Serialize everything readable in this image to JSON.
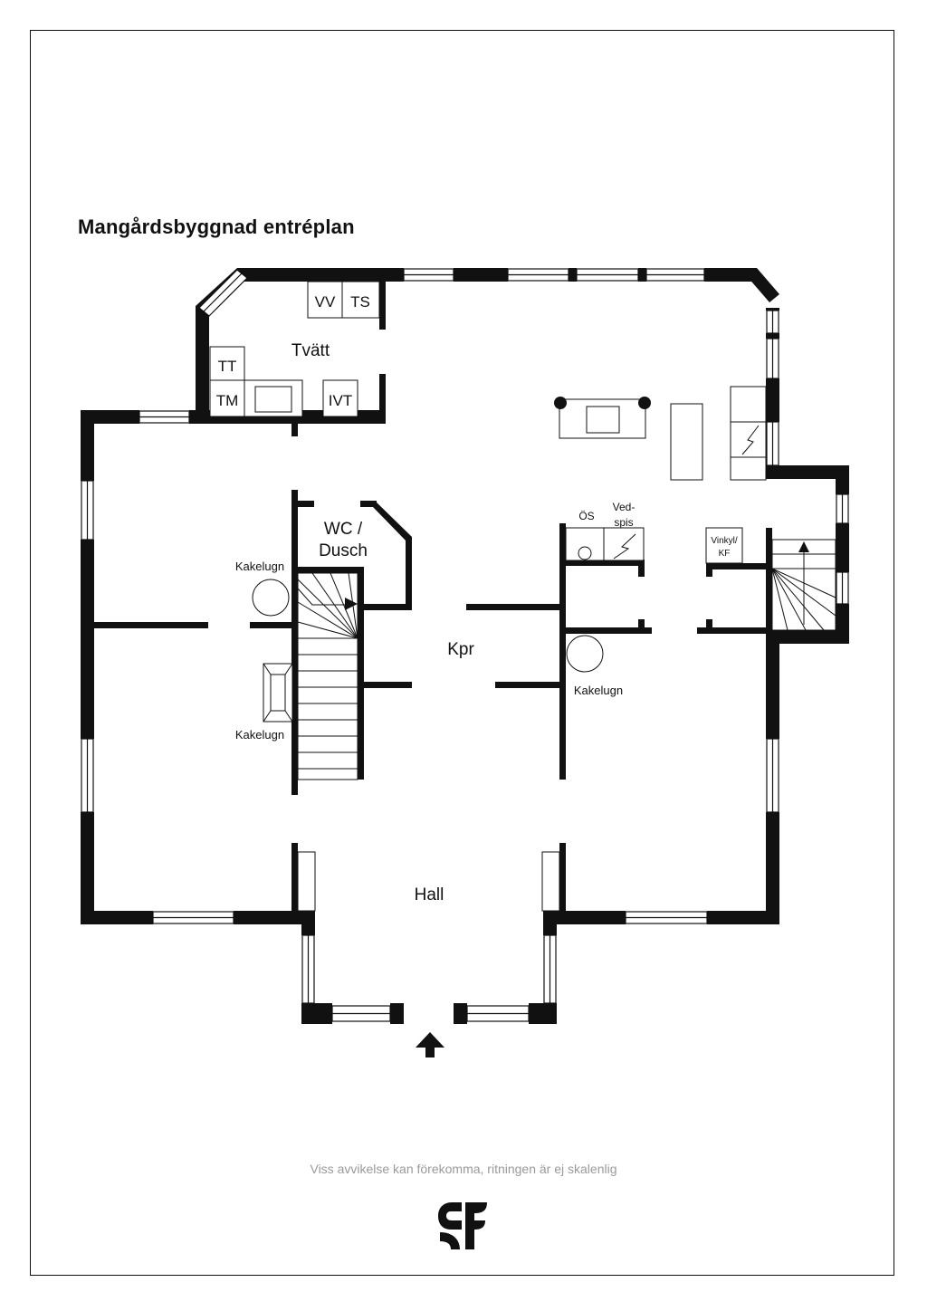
{
  "title": "Mangårdsbyggnad entréplan",
  "rooms": {
    "tvatt": "Tvätt",
    "wc": "WC /",
    "dusch": "Dusch",
    "kpr": "Kpr",
    "hall": "Hall"
  },
  "fixtures": {
    "vv": "VV",
    "ts": "TS",
    "tt": "TT",
    "tm": "TM",
    "ivt": "IVT",
    "os": "ÖS",
    "ved": "Ved-",
    "spis": "spis",
    "vinkyl": "Vinkyl/",
    "kf": "KF",
    "kakelugn_1": "Kakelugn",
    "kakelugn_2": "Kakelugn",
    "kakelugn_3": "Kakelugn"
  },
  "disclaimer": "Viss avvikelse kan förekomma, ritningen är ej skalenlig",
  "logo_icon": "sf-logo-icon",
  "entrance_icon": "entrance-arrow-icon"
}
